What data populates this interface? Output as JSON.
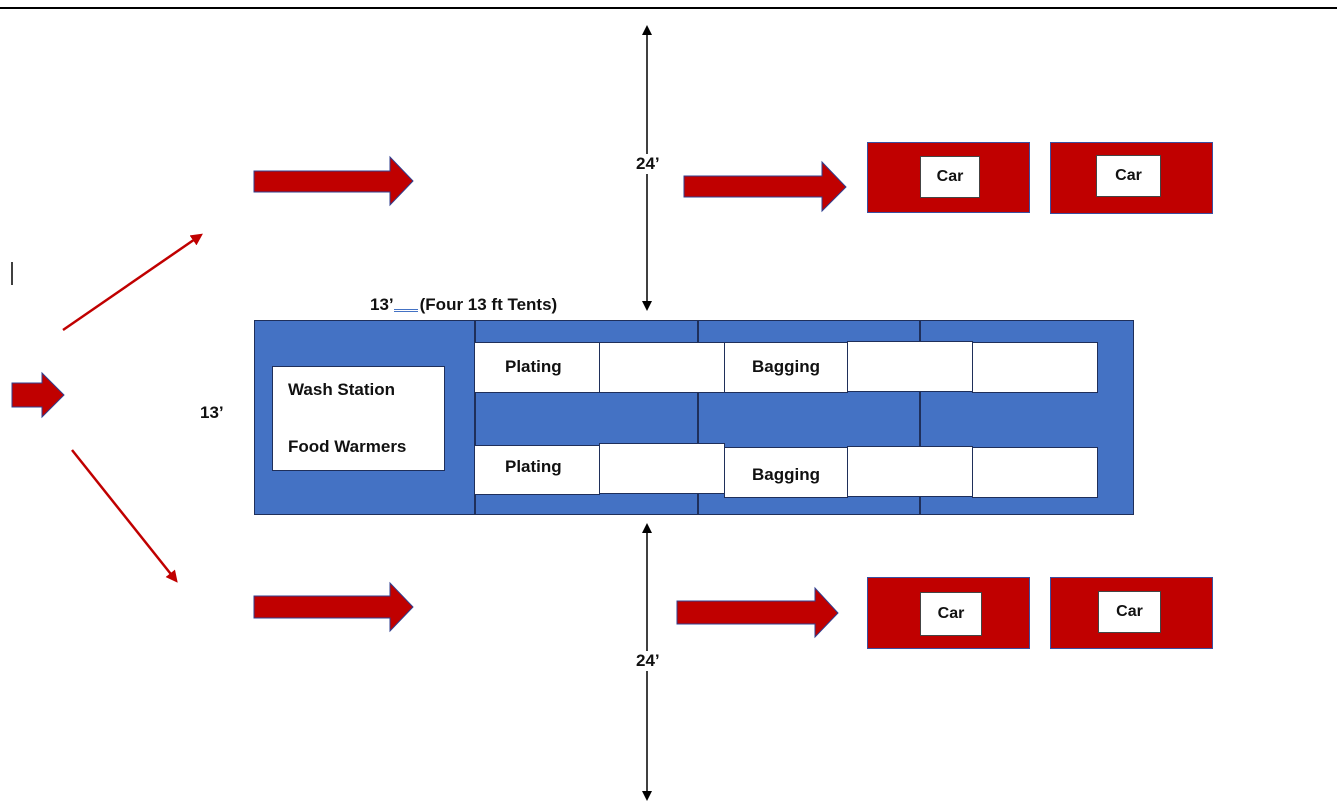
{
  "dimensions": {
    "top": "24’",
    "bottom": "24’",
    "side": "13’",
    "width_prefix": "13’",
    "width_note": "(Four 13 ft Tents)"
  },
  "station": {
    "line1": "Wash Station",
    "line2": "Food Warmers"
  },
  "tables": {
    "plating_top": "Plating",
    "plating_bottom": "Plating",
    "bagging_top": "Bagging",
    "bagging_bottom": "Bagging"
  },
  "cars": [
    "Car",
    "Car",
    "Car",
    "Car"
  ],
  "colors": {
    "arrow_fill": "#c00000",
    "arrow_stroke": "#2f3f8f",
    "tent_blue": "#4472c4",
    "car_red": "#c00000"
  }
}
